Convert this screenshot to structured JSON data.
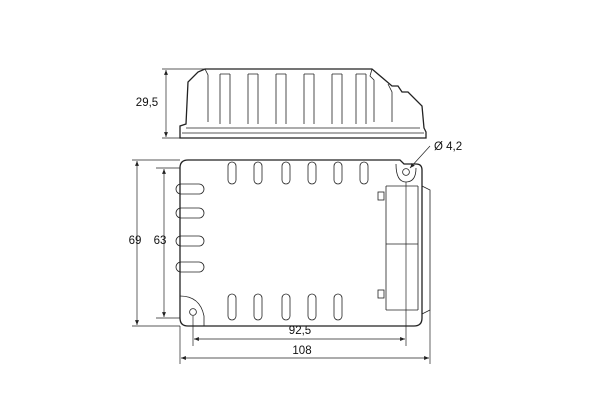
{
  "dimensions": {
    "height_side": "29,5",
    "hole_diameter": "Ø 4,2",
    "outer_height": "69",
    "inner_height": "63",
    "inner_width": "92,5",
    "outer_width": "108"
  },
  "colors": {
    "line": "#222222",
    "background": "#ffffff"
  }
}
